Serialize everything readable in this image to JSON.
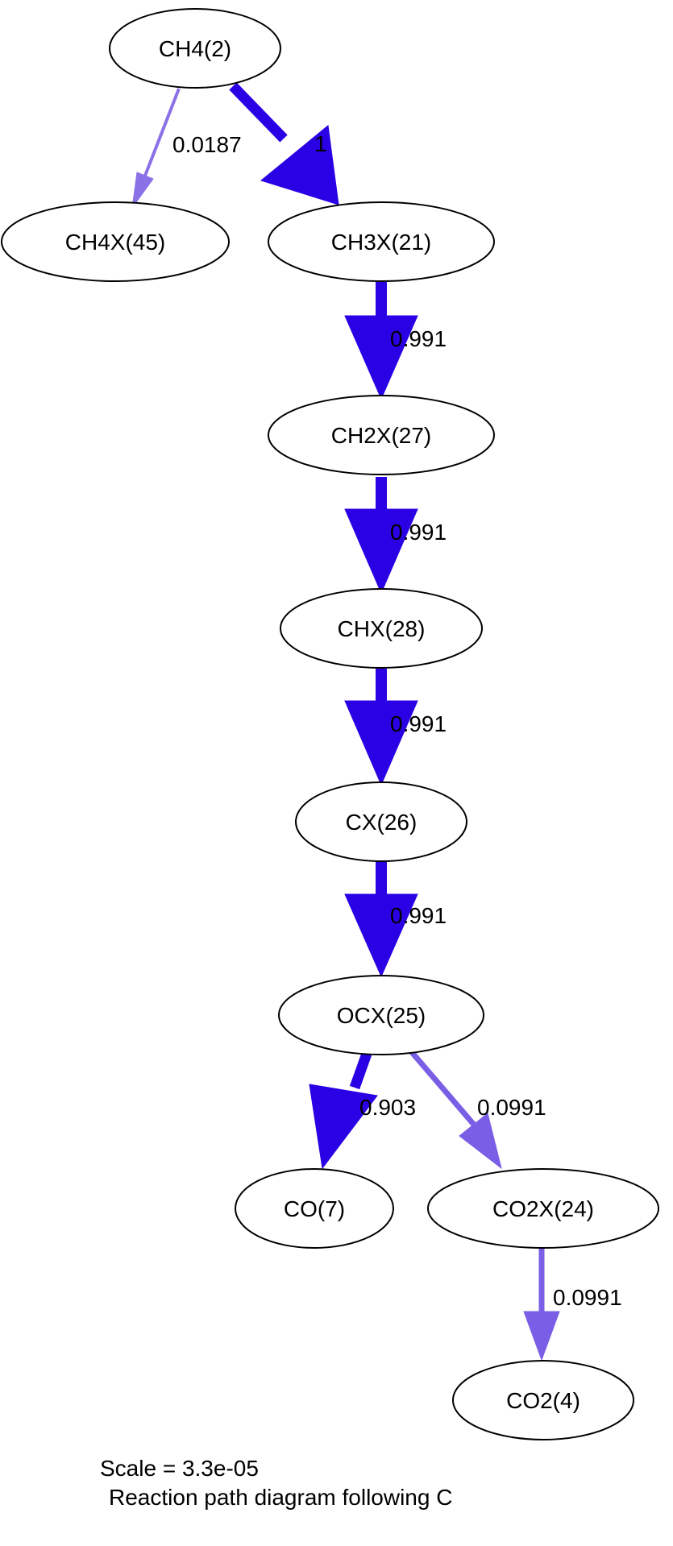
{
  "diagram": {
    "nodes": [
      {
        "id": "ch4",
        "label": "CH4(2)"
      },
      {
        "id": "ch4x",
        "label": "CH4X(45)"
      },
      {
        "id": "ch3x",
        "label": "CH3X(21)"
      },
      {
        "id": "ch2x",
        "label": "CH2X(27)"
      },
      {
        "id": "chx",
        "label": "CHX(28)"
      },
      {
        "id": "cx",
        "label": "CX(26)"
      },
      {
        "id": "ocx",
        "label": "OCX(25)"
      },
      {
        "id": "co",
        "label": "CO(7)"
      },
      {
        "id": "co2x",
        "label": "CO2X(24)"
      },
      {
        "id": "co2",
        "label": "CO2(4)"
      }
    ],
    "edges": [
      {
        "from": "ch4",
        "to": "ch4x",
        "label": "0.0187",
        "color": "#8a71e6"
      },
      {
        "from": "ch4",
        "to": "ch3x",
        "label": "1",
        "color": "#2a00e4"
      },
      {
        "from": "ch3x",
        "to": "ch2x",
        "label": "0.991",
        "color": "#2a00e4"
      },
      {
        "from": "ch2x",
        "to": "chx",
        "label": "0.991",
        "color": "#2a00e4"
      },
      {
        "from": "chx",
        "to": "cx",
        "label": "0.991",
        "color": "#2a00e4"
      },
      {
        "from": "cx",
        "to": "ocx",
        "label": "0.991",
        "color": "#2a00e4"
      },
      {
        "from": "ocx",
        "to": "co",
        "label": "0.903",
        "color": "#2a00e4"
      },
      {
        "from": "ocx",
        "to": "co2x",
        "label": "0.0991",
        "color": "#7a5ee6"
      },
      {
        "from": "co2x",
        "to": "co2",
        "label": "0.0991",
        "color": "#7a5ee6"
      }
    ]
  },
  "caption": {
    "scale": "Scale = 3.3e-05",
    "title": "Reaction path diagram following C"
  }
}
